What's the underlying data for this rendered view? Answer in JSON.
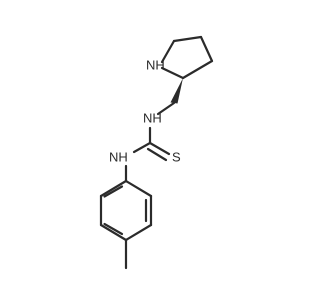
{
  "molecule": {
    "atoms": {
      "ring_nh": "NH",
      "amine_nh_upper": "NH",
      "amine_nh_lower": "NH",
      "sulfur": "S"
    }
  }
}
